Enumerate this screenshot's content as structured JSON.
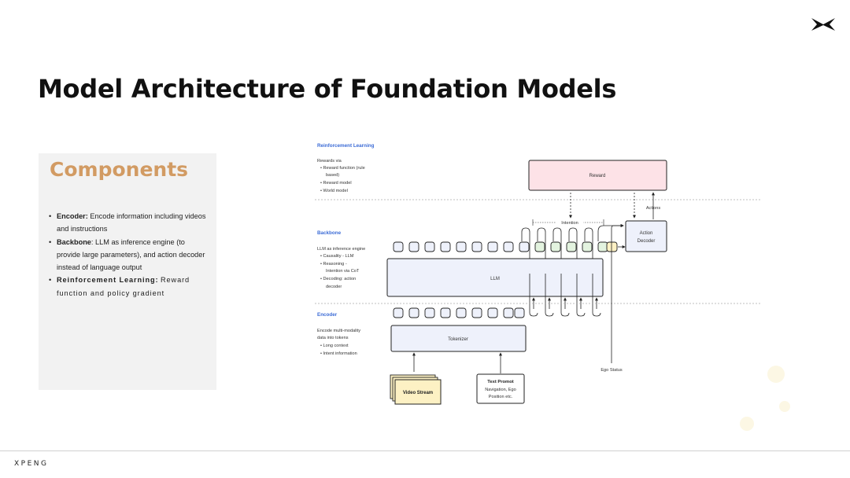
{
  "slide": {
    "title": "Model Architecture of Foundation Models",
    "footer_brand": "XPENG"
  },
  "components": {
    "heading": "Components",
    "items": [
      {
        "label": "Encoder:",
        "text": "Encode information including videos and instructions"
      },
      {
        "label": "Backbone",
        "text": ": LLM as inference engine (to provide large parameters), and action decoder instead of language output"
      },
      {
        "label": "Reinforcement Learning:",
        "text": "Reward function and policy gradient"
      }
    ]
  },
  "diagram": {
    "rl": {
      "title": "Reinforcement Learning",
      "desc_heading": "Rewards via",
      "bullets": [
        "Reward function (rule",
        "based)",
        "Reward model",
        "World model"
      ],
      "reward_box": "Reward",
      "actions_label": "Actions"
    },
    "backbone": {
      "title": "Backbone",
      "desc_heading": "LLM as inference engine",
      "bullets": [
        "Causality - LLM",
        "Reasoning -",
        "Intention via CoT",
        "Decoding: action",
        "decoder"
      ],
      "llm_box": "LLM",
      "intention_label": "Intention",
      "action_decoder_line1": "Action",
      "action_decoder_line2": "Decoder"
    },
    "encoder": {
      "title": "Encoder",
      "desc_line1": "Encode multi-modality",
      "desc_line2": "data into tokens",
      "bullets": [
        "Long context",
        "Intent information"
      ],
      "tokenizer_box": "Tokenizer",
      "video_stream": "Video Stream",
      "text_prompt_title": "Text Promot",
      "text_prompt_line1": "Navigation, Ego",
      "text_prompt_line2": "Position etc.",
      "ego_status": "Ego Status"
    },
    "colors": {
      "section_title": "#3b6bd6",
      "reward_fill": "#fde2e7",
      "box_fill": "#eef1fb",
      "token_green": "#e3f3df",
      "token_yellow": "#fdf1c4",
      "video_fill": "#fdf1c4"
    }
  }
}
